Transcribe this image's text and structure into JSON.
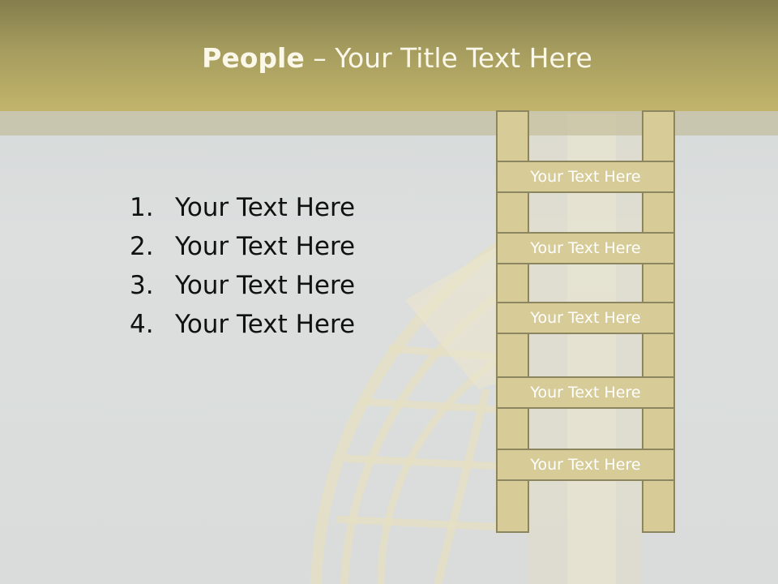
{
  "slide": {
    "title_bold": "People",
    "title_rest": " – Your Title Text Here"
  },
  "list": {
    "items": [
      {
        "num": "1.",
        "text": "Your Text Here"
      },
      {
        "num": "2.",
        "text": "Your Text Here"
      },
      {
        "num": "3.",
        "text": "Your Text Here"
      },
      {
        "num": "4.",
        "text": "Your Text Here"
      }
    ]
  },
  "ladder": {
    "rungs": [
      "Your Text Here",
      "Your Text Here",
      "Your Text Here",
      "Your Text Here",
      "Your Text Here"
    ]
  },
  "colors": {
    "header": "#c2b46b",
    "ladder_fill": "#d7cb98",
    "ladder_border": "#8c8660"
  }
}
